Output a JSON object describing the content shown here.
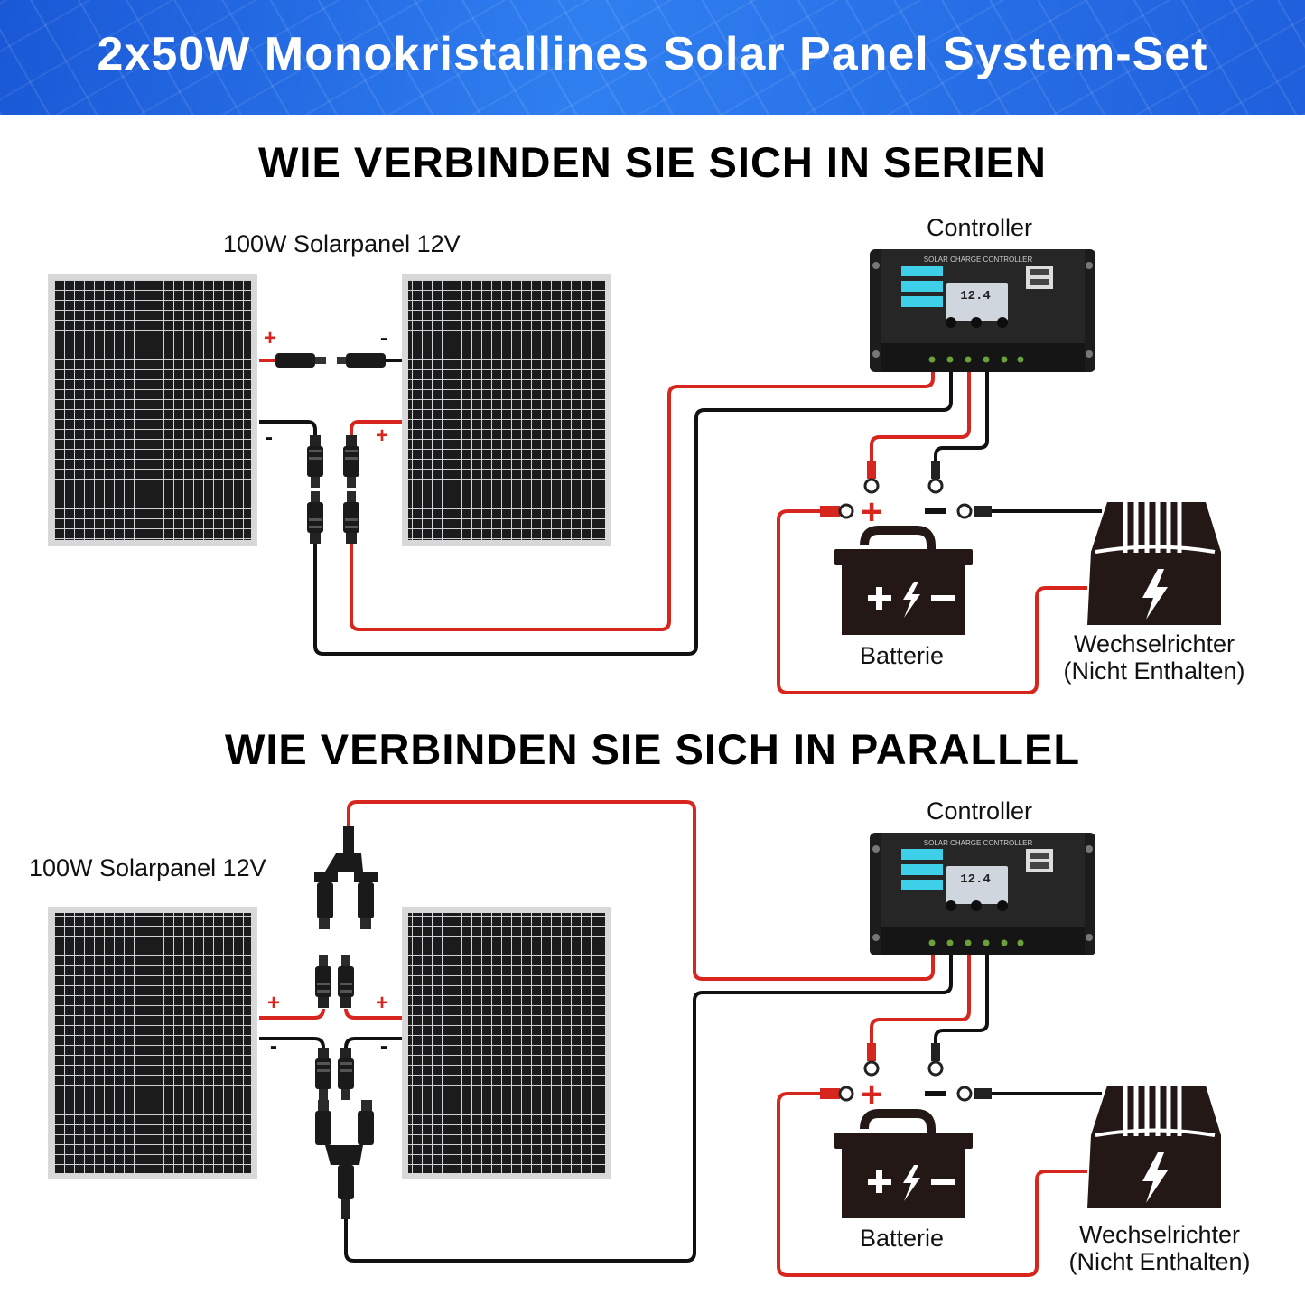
{
  "header": {
    "title": "2x50W Monokristallines Solar Panel System-Set",
    "accent": "#1f5fdc"
  },
  "colors": {
    "positive_wire": "#d7261e",
    "negative_wire": "#111111",
    "panel_frame": "#d8d8d8",
    "panel_cell": "#1a1a1a"
  },
  "series_section": {
    "title": "WIE VERBINDEN SIE SICH IN SERIEN",
    "panel_label": "100W Solarpanel 12V",
    "controller_label": "Controller",
    "controller_brand": "SOLAR CHARGE CONTROLLER",
    "controller_display": "12.4",
    "battery_label": "Batterie",
    "inverter_label_line1": "Wechselrichter",
    "inverter_label_line2": "(Nicht Enthalten)",
    "plus": "+",
    "minus": "-"
  },
  "parallel_section": {
    "title": "WIE VERBINDEN SIE SICH IN PARALLEL",
    "panel_label": "100W Solarpanel 12V",
    "controller_label": "Controller",
    "controller_brand": "SOLAR CHARGE CONTROLLER",
    "controller_display": "12.4",
    "battery_label": "Batterie",
    "inverter_label_line1": "Wechselrichter",
    "inverter_label_line2": "(Nicht Enthalten)",
    "plus": "+",
    "minus": "-"
  }
}
